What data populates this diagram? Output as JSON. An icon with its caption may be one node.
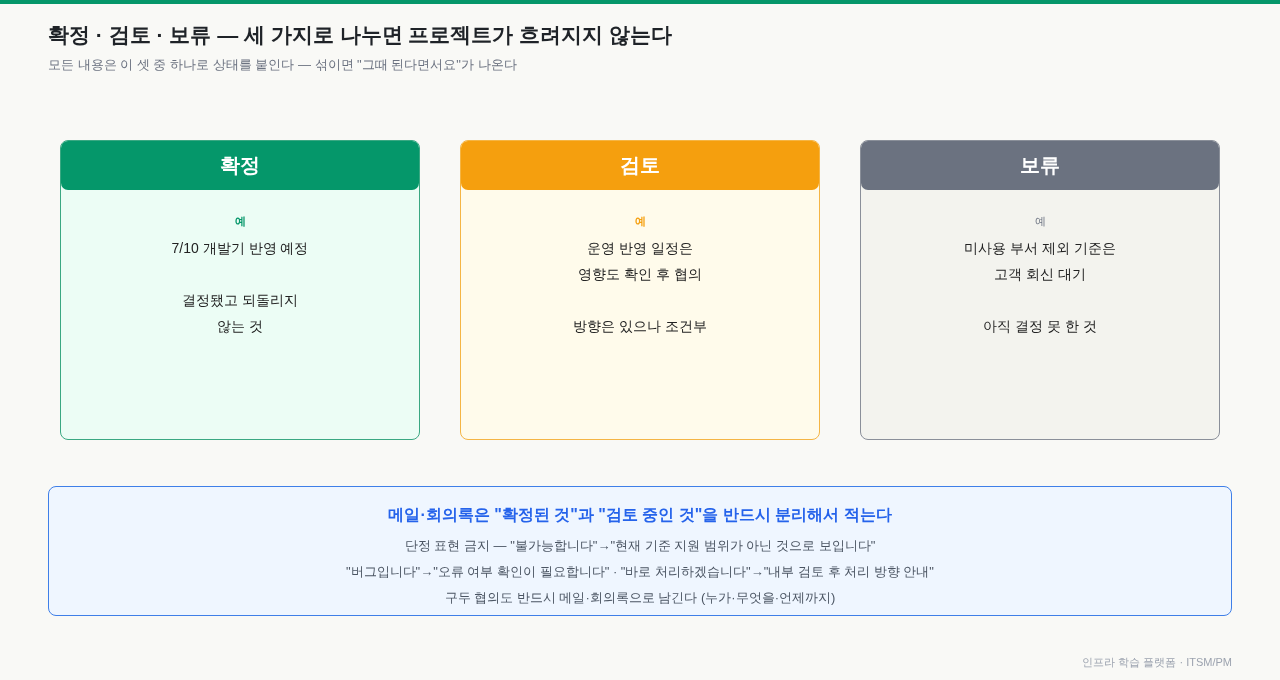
{
  "diagram": {
    "title": "확정 · 검토 · 보류 — 세 가지로 나누면 프로젝트가 흐려지지 않는다",
    "nodes": [
      {
        "text": [
          "확정",
          "예",
          "7/10 개발기 반영 예정",
          "결정됐고 되돌리지 않는 것"
        ]
      },
      {
        "text": [
          "검토",
          "예",
          "운영 반영 일정은 영향도 확인 후 협의",
          "방향은 있으나 조건부"
        ]
      },
      {
        "text": [
          "보류",
          "예",
          "미사용 부서 제외 기준은 고객 회신 대기",
          "아직 결정 못 한 것"
        ]
      },
      {
        "text": [
          "메일·회의록은 \"확정된 것\"과 \"검토 중인 것\"을 반드시 분리해서 적는다",
          "단정 표현 금지 — \"불가능합니다\"→\"현재 기준 지원 범위가 아닌 것으로 보입니다\"",
          "\"버그입니다\"→\"오류 여부 확인이 필요합니다\" · \"바로 처리하겠습니다\"→\"내부 검토 후 처리 방향 안내\"",
          "구두 협의도 반드시 메일·회의록으로 남긴다 (누가·무엇을·언제까지)"
        ]
      }
    ],
    "labels": [
      "모든 내용은 이 셋 중 하나로 상태를 붙인다 — 섞이면 \"그때 된다면서요\"가 나온다",
      "인프라 학습 플랫폼 · ITSM/PM"
    ]
  }
}
